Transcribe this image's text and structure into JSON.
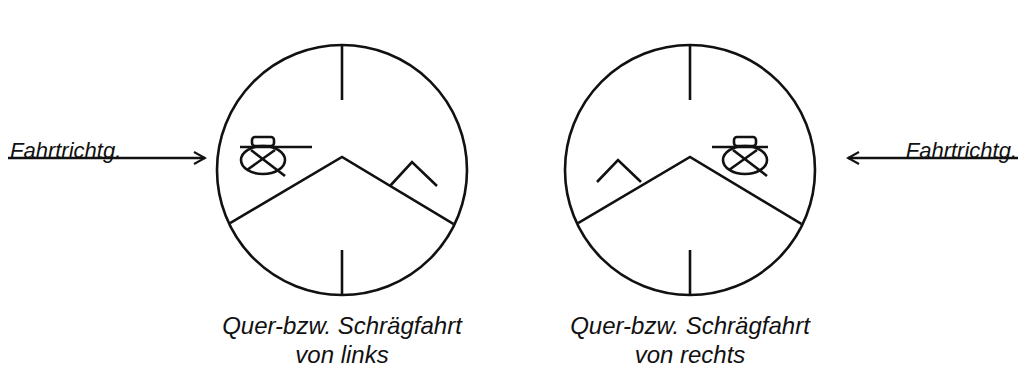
{
  "diagram": {
    "labels": [
      "Fahrtrichtg.",
      "Fahrtrichtg.",
      "Quer-bzw. Schrägfahrt von links",
      "Quer-bzw. Schrägfahrt von rechts"
    ]
  }
}
